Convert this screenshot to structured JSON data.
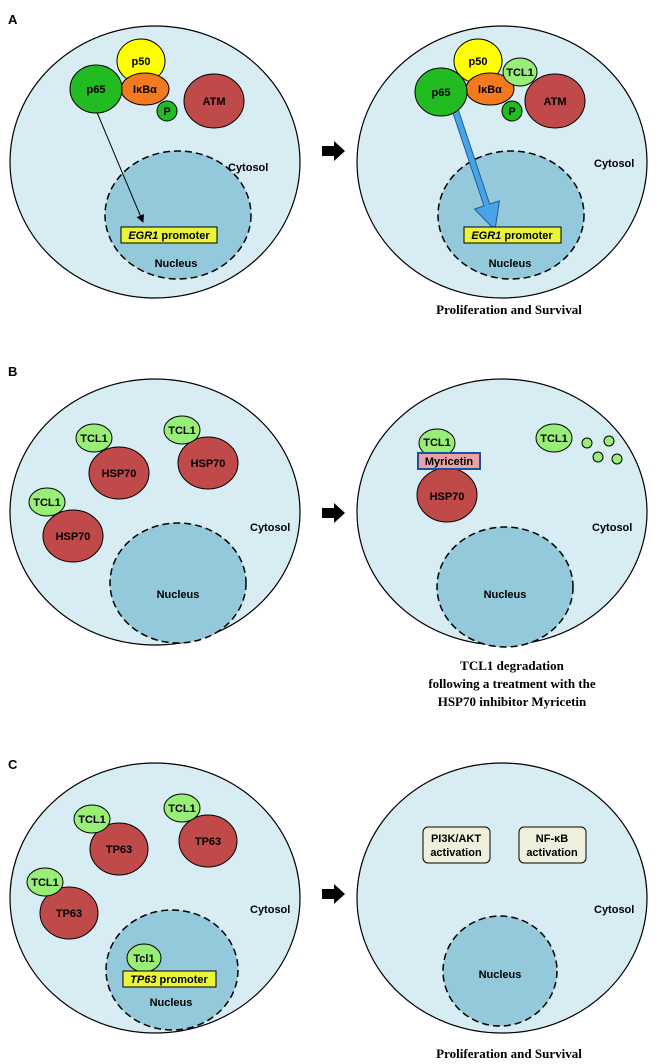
{
  "colors": {
    "cell": "#d7ecf3",
    "nucleus": "#93c9db",
    "p50": "#ffff00",
    "p65": "#22bb22",
    "ikba": "#f47a1f",
    "phospho": "#22bb22",
    "red_protein": "#c04a4a",
    "tcl1": "#99ee77",
    "promoter": "#e8f53a",
    "myricetin": "#e7a3a3",
    "activation_box": "#eef0dc",
    "blue_arrow": "#4aa3e6"
  },
  "panel_a": {
    "panel_letter": "A",
    "p50": "p50",
    "p65": "p65",
    "ikba": "IκBα",
    "p": "P",
    "atm": "ATM",
    "tcl1": "TCL1",
    "cytosol": "Cytosol",
    "nucleus": "Nucleus",
    "promoter_gene": "EGR1",
    "promoter_word": "promoter",
    "caption": "Proliferation  and  Survival"
  },
  "panel_b": {
    "panel_letter": "B",
    "tcl1": "TCL1",
    "hsp70": "HSP70",
    "myricetin": "Myricetin",
    "cytosol": "Cytosol",
    "nucleus": "Nucleus",
    "caption_lines": [
      "TCL1 degradation",
      "following a treatment with the",
      "HSP70 inhibitor  Myricetin"
    ]
  },
  "panel_c": {
    "panel_letter": "C",
    "tcl1": "TCL1",
    "tcl1_nuclear": "Tcl1",
    "tp63": "TP63",
    "cytosol": "Cytosol",
    "nucleus": "Nucleus",
    "promoter_gene": "TP63",
    "promoter_word": "promoter",
    "pi3k_line1": "PI3K/AKT",
    "pi3k_line2": "activation",
    "nfkb_line1": "NF-κB",
    "nfkb_line2": "activation",
    "caption": "Proliferation  and  Survival"
  }
}
